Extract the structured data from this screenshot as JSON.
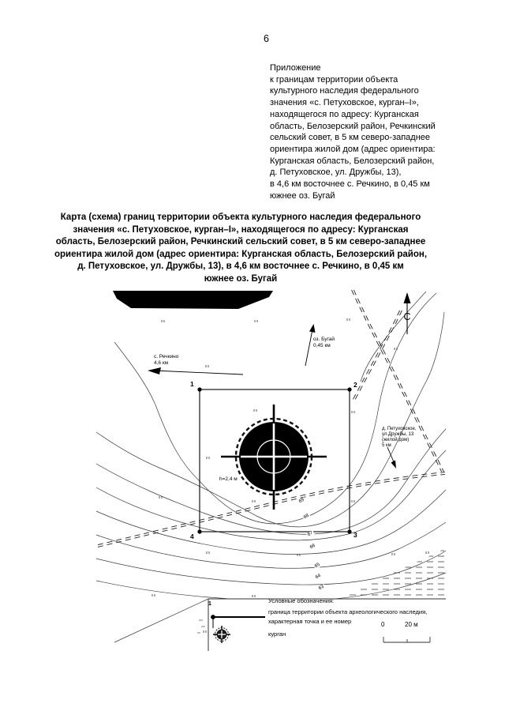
{
  "page": {
    "number": "6"
  },
  "appendix": {
    "lines": [
      "Приложение",
      "к границам территории объекта",
      "культурного наследия федерального",
      "значения «с. Петуховское, курган–I»,",
      "находящегося по адресу: Курганская",
      "область, Белозерский район, Речкинский",
      "сельский совет, в 5 км северо-западнее",
      "ориентира жилой дом (адрес ориентира:",
      "Курганская область, Белозерский район,",
      "д. Петуховское, ул. Дружбы, 13),",
      "в 4,6 км восточнее с. Речкино, в 0,45 км",
      "южнее оз. Бугай"
    ]
  },
  "title": {
    "lines": [
      "Карта (схема) границ территории объекта культурного наследия федерального",
      "значения «с. Петуховское, курган–I», находящегося по адресу: Курганская",
      "область, Белозерский район, Речкинский сельский совет, в 5 км северо-западнее",
      "ориентира жилой дом (адрес ориентира: Курганская область, Белозерский район,",
      "д. Петуховское, ул. Дружбы, 13), в 4,6 км восточнее с. Речкино, в 0,45 км",
      "южнее оз. Бугай"
    ]
  },
  "map": {
    "north_label": "С",
    "labels": {
      "rechkino_line1": "с. Речкино",
      "rechkino_line2": "4,6 км",
      "bugay_line1": "оз. Бугай",
      "bugay_line2": "0,45 км",
      "petukhovskoye_line1": "д. Петуховское,",
      "petukhovskoye_line2": "ул.Дружбы, 13",
      "petukhovskoye_line3": "(жилой дом)",
      "petukhovskoye_line4": "5 км",
      "mound_height": "h=2,4 м"
    },
    "corners": {
      "p1": "1",
      "p2": "2",
      "p3": "3",
      "p4": "4"
    },
    "contour_labels": [
      "69",
      "68",
      "67",
      "66",
      "65",
      "64",
      "63"
    ]
  },
  "legend": {
    "title": "Условные обозначения:",
    "item1_number": "1",
    "item1_line1": "граница территории объекта археологического наследия,",
    "item1_line2": "характерная точка и ее номер",
    "item2": "курган",
    "scale_zero": "0",
    "scale_max": "20 м"
  }
}
